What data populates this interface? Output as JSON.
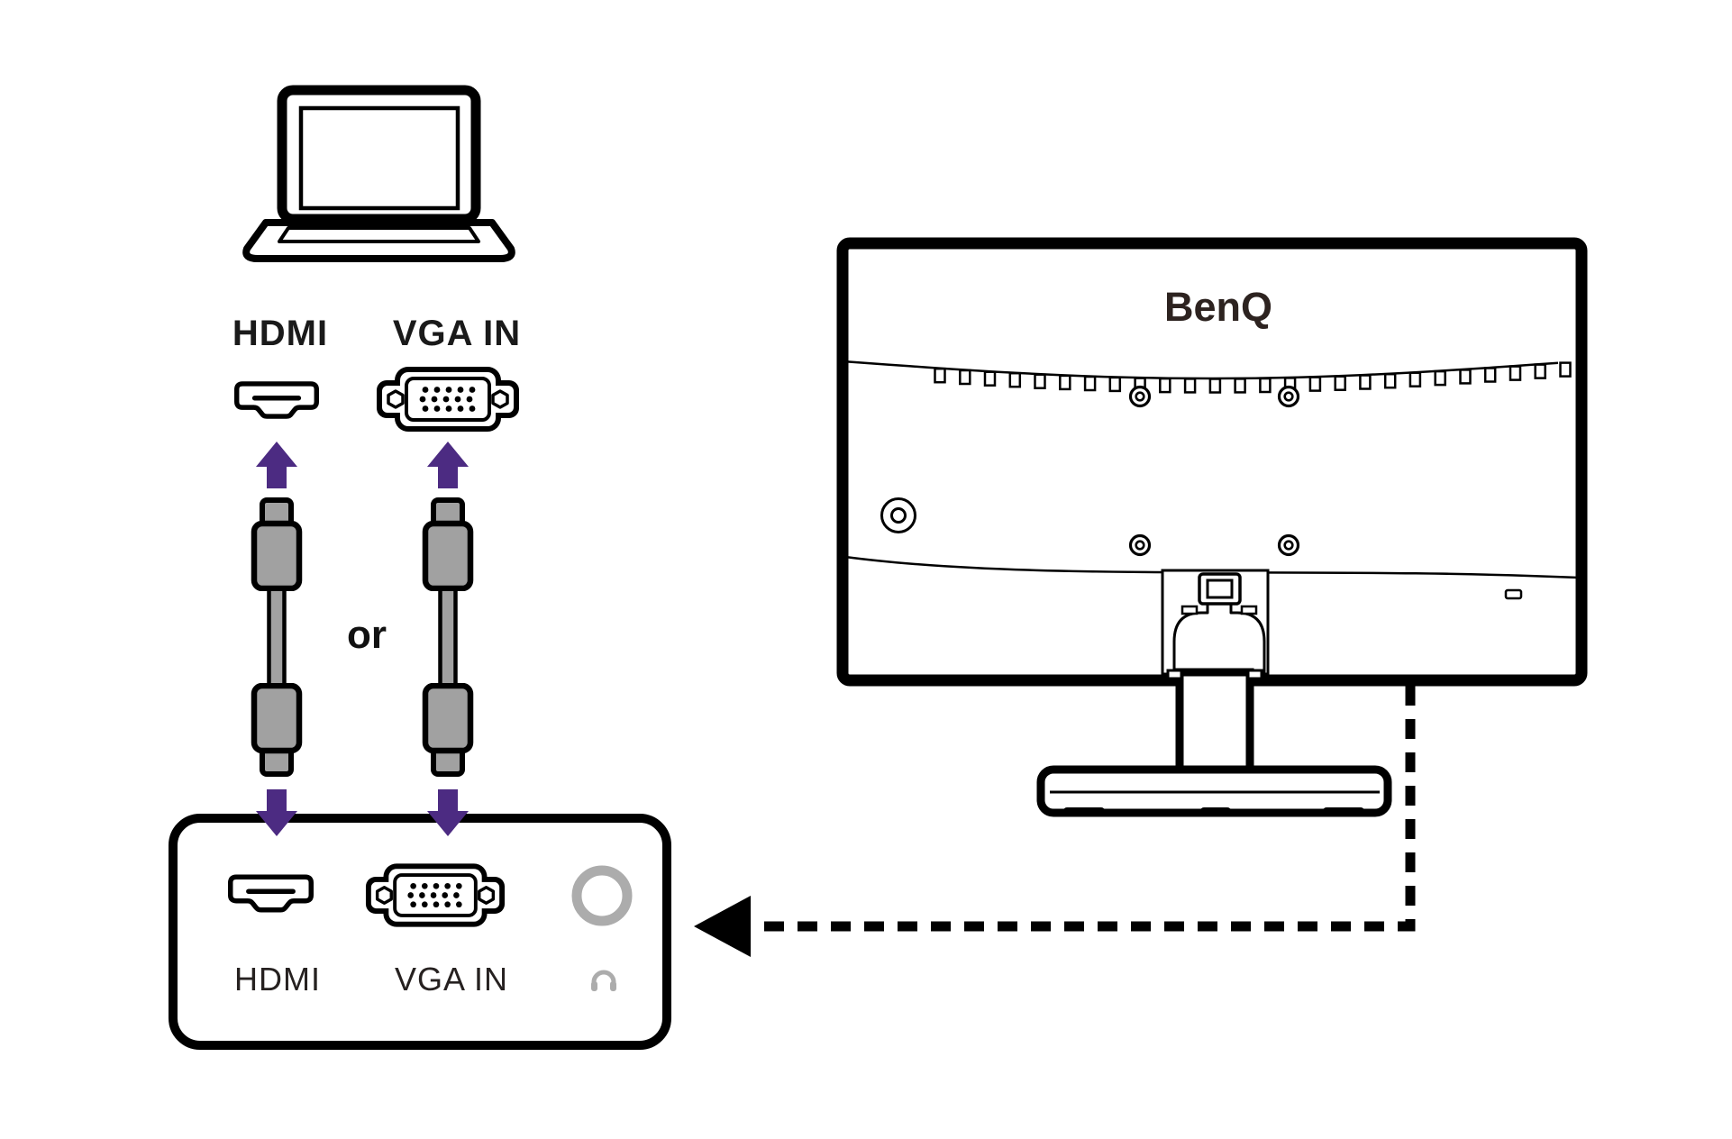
{
  "title": "BenQ monitor video connection diagram",
  "colors": {
    "arrow_purple": "#4C2B82",
    "cable_gray": "#A1A1A1",
    "jack_gray": "#ACACAC",
    "line_black": "#000000",
    "label_dark": "#262120",
    "brand_dark": "#2D2320"
  },
  "source": {
    "hdmi_label": "HDMI",
    "vga_label": "VGA IN"
  },
  "cables": {
    "or_label": "or"
  },
  "panel": {
    "hdmi_label": "HDMI",
    "vga_label": "VGA IN"
  },
  "monitor": {
    "brand_label": "BenQ"
  },
  "icons": {
    "laptop-icon": "laptop outline",
    "hdmi-connector-icon": "HDMI plug outline with inner bar",
    "vga-connector-icon": "VGA D-sub connector with 15 pins and side screws",
    "arrow-up-icon": "solid purple arrow pointing up",
    "arrow-down-icon": "solid purple arrow pointing down",
    "cable-icon": "gray cable with plug connectors at both ends",
    "headphone-jack-icon": "gray circular headphone jack",
    "headphone-icon": "gray headphones glyph",
    "dashed-callout-arrow-icon": "black dashed leader line with left-pointing arrowhead",
    "screw-icon": "VESA screw hole (double ring)",
    "kensington-slot-icon": "round slot on monitor back",
    "vent-slots-icon": "row of ventilation slots",
    "stand-icon": "monitor stand column and base"
  }
}
